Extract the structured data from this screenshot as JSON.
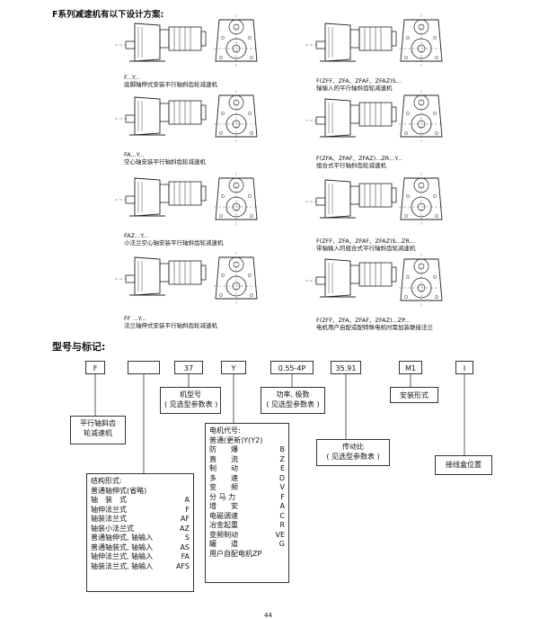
{
  "headings": {
    "design_schemes": "F系列减速机有以下设计方案:",
    "model_marking": "型号与标记:"
  },
  "schemes": [
    {
      "code": "F...Y...",
      "desc": "底脚轴伸式安装平行轴斜齿轮减速机"
    },
    {
      "code": "F(ZFF、ZFA、ZFAF、ZFAZ)S...",
      "desc": "轴输入的平行轴斜齿轮减速机"
    },
    {
      "code": "FA...Y...",
      "desc": "空心轴安装平行轴斜齿轮减速机"
    },
    {
      "code": "F(ZFA、ZFAF、ZFAZ)...ZR...Y...",
      "desc": "组合式平行轴斜齿轮减速机"
    },
    {
      "code": "FAZ...Y...",
      "desc": "小法兰空心轴安装平行轴斜齿轮减速机"
    },
    {
      "code": "F(ZFF、ZFA、ZFAF、ZFAZ)S...ZR...",
      "desc": "带轴输入的组合式平行轴斜齿轮减速机"
    },
    {
      "code": "FF    ...Y...",
      "desc": "法兰轴伸式安装平行轴斜齿轮减速机"
    },
    {
      "code": "F(ZFF、ZFA、ZFAF、ZFAZ)...ZP...",
      "desc": "电机用户自配或配特殊电机时需加装联接法兰"
    }
  ],
  "codes": {
    "series": "F",
    "structure": "",
    "size": "37",
    "motor": "Y",
    "power": "0.55-4P",
    "ratio": "35.91",
    "mount": "M1",
    "terminal": "I"
  },
  "boxes": {
    "series": [
      "平行轴斜齿",
      "轮减速机"
    ],
    "size": [
      "机型号",
      "( 见选型参数表 )"
    ],
    "power": [
      "功率, 极数",
      "( 见选型参数表 )"
    ],
    "mount": "安装形式",
    "ratio": [
      "传动比",
      "( 见选型参数表 )"
    ],
    "terminal": "接线盒位置",
    "motor_title": "电机代号:",
    "motor_rows": [
      {
        "name": "普通(更新)Y(Y2)",
        "code": ""
      },
      {
        "name": "防　　爆",
        "code": "B"
      },
      {
        "name": "直　　流",
        "code": "Z"
      },
      {
        "name": "制　　动",
        "code": "E"
      },
      {
        "name": "多　　速",
        "code": "D"
      },
      {
        "name": "变　　频",
        "code": "V"
      },
      {
        "name": "分 马 力",
        "code": "F"
      },
      {
        "name": "增　　安",
        "code": "A"
      },
      {
        "name": "电磁调速",
        "code": "C"
      },
      {
        "name": "冶金起重",
        "code": "R"
      },
      {
        "name": "变频制动",
        "code": "VE"
      },
      {
        "name": "罐　　道",
        "code": "G"
      },
      {
        "name": "用户自配电机ZP",
        "code": ""
      }
    ],
    "structure_title": "结构形式:",
    "structure_rows": [
      {
        "name": "普通轴伸式(省略)",
        "code": ""
      },
      {
        "name": "轴　装　式",
        "code": "A"
      },
      {
        "name": "轴伸法兰式",
        "code": "F"
      },
      {
        "name": "轴装法兰式",
        "code": "AF"
      },
      {
        "name": "轴装小法兰式",
        "code": "AZ"
      },
      {
        "name": "普通轴伸式, 轴输入",
        "code": "S"
      },
      {
        "name": "普通轴装式, 轴输入",
        "code": "AS"
      },
      {
        "name": "轴伸法兰式, 轴输入",
        "code": "FA"
      },
      {
        "name": "轴装法兰式, 轴输入",
        "code": "AFS"
      }
    ]
  },
  "page_number": "44"
}
